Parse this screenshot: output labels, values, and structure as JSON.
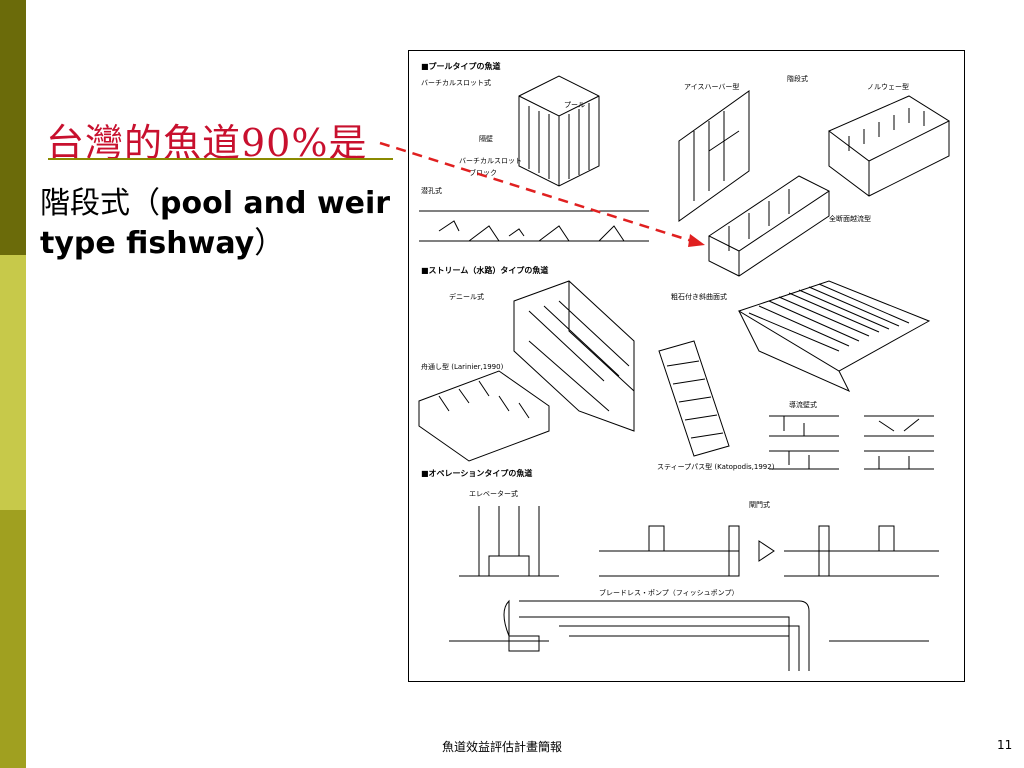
{
  "slide": {
    "title": "台灣的魚道90%是",
    "desc_cn": "階段式（",
    "desc_en": "pool and weir type fishway",
    "desc_close": "）",
    "footer_center": "魚道效益評估計畫簡報",
    "page_number": "11"
  },
  "colors": {
    "bar_dark": "#6b6b0a",
    "bar_mid": "#c7c94a",
    "bar_light": "#a0a020",
    "title_red": "#c8102e",
    "arrow_red": "#e02020"
  },
  "figure": {
    "section_pool": "■プールタイプの魚道",
    "vertical_slot": "バーチカルスロット式",
    "pool": "プール",
    "overflow_weir": "隔壁",
    "slot": "バーチカルスロット",
    "block": "ブロック",
    "orifice_type": "潜孔式",
    "ice_harbor": "アイスハーバー型",
    "step_type": "階段式",
    "norway": "ノルウェー型",
    "full_section": "全断面越流型",
    "section_stream": "■ストリーム（水路）タイプの魚道",
    "denil": "デニール式",
    "rock_ramp": "粗石付き斜曲面式",
    "larinier": "舟通し型 (Larinier,1990)",
    "steep_pass": "スティープパス型 (Katopodis,1992)",
    "guide_wall": "導流壁式",
    "section_operation": "■オペレーションタイプの魚道",
    "elevator": "エレベーター式",
    "lock": "閘門式",
    "pump": "ブレードレス・ポンプ（フィッシュポンプ）"
  }
}
